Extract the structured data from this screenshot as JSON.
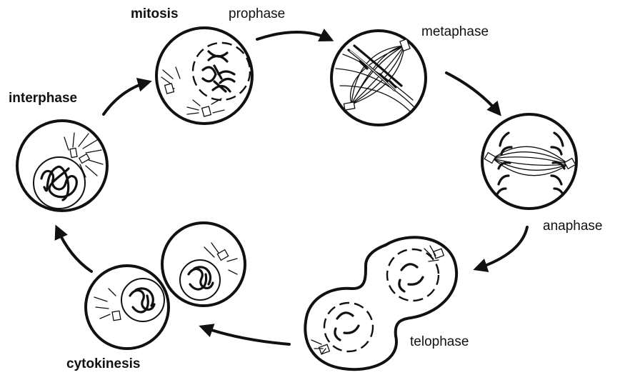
{
  "labels": {
    "mitosis": "mitosis",
    "prophase": "prophase",
    "metaphase": "metaphase",
    "anaphase": "anaphase",
    "telophase": "telophase",
    "cytokinesis": "cytokinesis",
    "interphase": "interphase"
  },
  "icons": {
    "arrow": "curved-arrow-icon",
    "cell": "cell-circle"
  },
  "colors": {
    "ink": "#111111",
    "background": "#ffffff"
  }
}
